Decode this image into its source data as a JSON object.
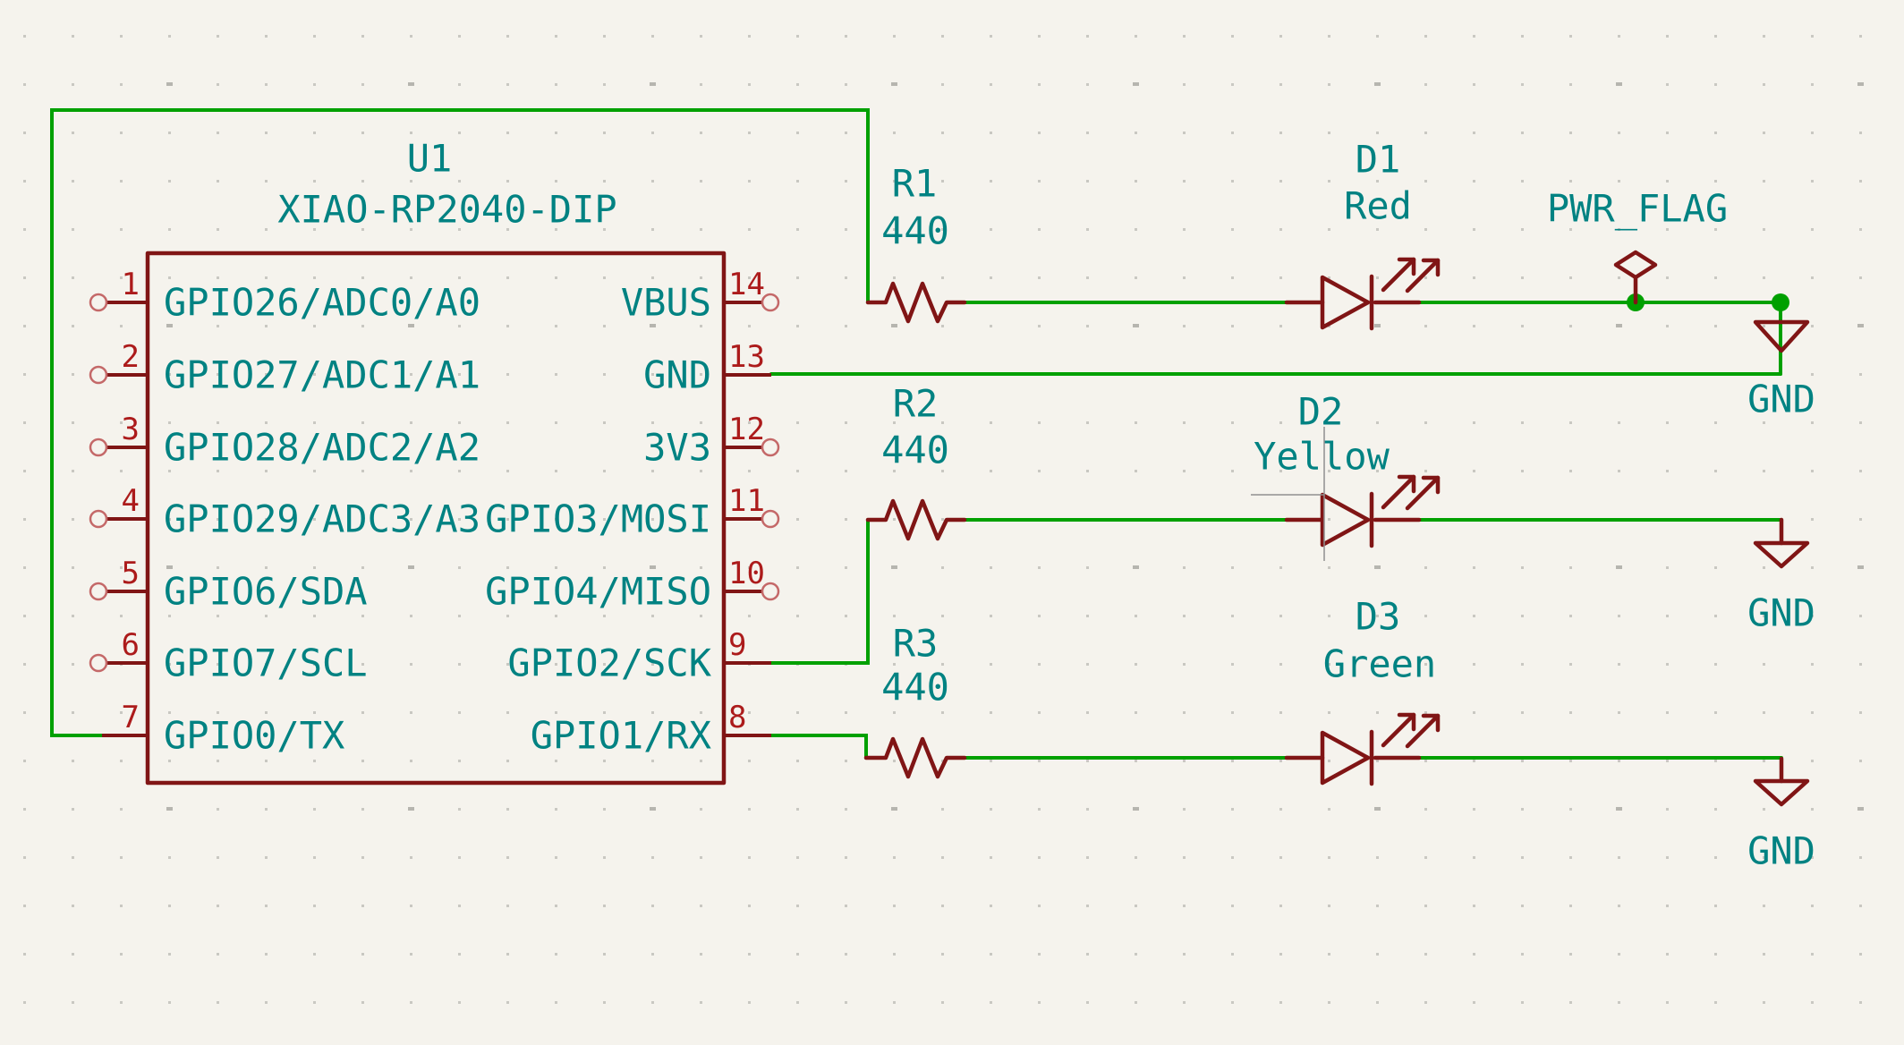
{
  "component": {
    "reference": "U1",
    "value": "XIAO-RP2040-DIP",
    "left_pins": [
      {
        "number": "1",
        "name": "GPIO26/ADC0/A0"
      },
      {
        "number": "2",
        "name": "GPIO27/ADC1/A1"
      },
      {
        "number": "3",
        "name": "GPIO28/ADC2/A2"
      },
      {
        "number": "4",
        "name": "GPIO29/ADC3/A3"
      },
      {
        "number": "5",
        "name": "GPIO6/SDA"
      },
      {
        "number": "6",
        "name": "GPIO7/SCL"
      },
      {
        "number": "7",
        "name": "GPIO0/TX"
      }
    ],
    "right_pins": [
      {
        "number": "14",
        "name": "VBUS"
      },
      {
        "number": "13",
        "name": "GND"
      },
      {
        "number": "12",
        "name": "3V3"
      },
      {
        "number": "11",
        "name": "GPIO3/MOSI"
      },
      {
        "number": "10",
        "name": "GPIO4/MISO"
      },
      {
        "number": "9",
        "name": "GPIO2/SCK"
      },
      {
        "number": "8",
        "name": "GPIO1/RX"
      }
    ]
  },
  "resistors": [
    {
      "reference": "R1",
      "value": "440"
    },
    {
      "reference": "R2",
      "value": "440"
    },
    {
      "reference": "R3",
      "value": "440"
    }
  ],
  "leds": [
    {
      "reference": "D1",
      "value": "Red"
    },
    {
      "reference": "D2",
      "value": "Yellow"
    },
    {
      "reference": "D3",
      "value": "Green"
    }
  ],
  "power": {
    "pwr_flag_label": "PWR_FLAG",
    "gnd_labels": [
      "GND",
      "GND",
      "GND"
    ]
  },
  "colors": {
    "background": "#F5F3ED",
    "wire_green": "#00A000",
    "symbol_dark_red": "#801515",
    "pin_number_red": "#AC1B1B",
    "text_teal": "#008282"
  }
}
